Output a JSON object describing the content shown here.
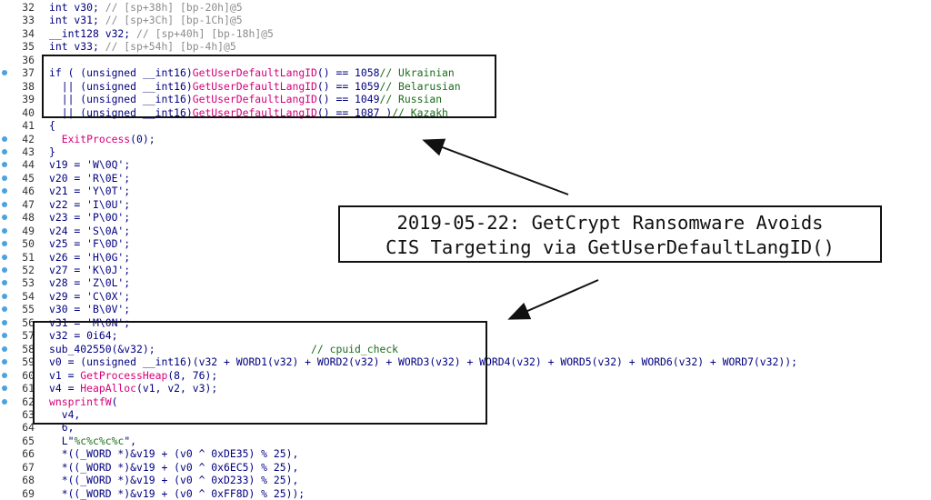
{
  "lines": [
    {
      "n": "32",
      "dot": false,
      "tokens": [
        {
          "t": "int v30; ",
          "c": "tok-kw"
        },
        {
          "t": "// [sp+38h] [bp-20h]@5",
          "c": "tok-cmt"
        }
      ]
    },
    {
      "n": "33",
      "dot": false,
      "tokens": [
        {
          "t": "int v31; ",
          "c": "tok-kw"
        },
        {
          "t": "// [sp+3Ch] [bp-1Ch]@5",
          "c": "tok-cmt"
        }
      ]
    },
    {
      "n": "34",
      "dot": false,
      "tokens": [
        {
          "t": "__int128 v32; ",
          "c": "tok-kw"
        },
        {
          "t": "// [sp+40h] [bp-18h]@5",
          "c": "tok-cmt"
        }
      ]
    },
    {
      "n": "35",
      "dot": false,
      "tokens": [
        {
          "t": "int v33; ",
          "c": "tok-kw"
        },
        {
          "t": "// [sp+54h] [bp-4h]@5",
          "c": "tok-cmt"
        }
      ]
    },
    {
      "n": "36",
      "dot": false,
      "tokens": []
    },
    {
      "n": "37",
      "dot": true,
      "tokens": [
        {
          "t": "if ( (unsigned __int16)",
          "c": "tok-kw"
        },
        {
          "t": "GetUserDefaultLangID",
          "c": "tok-fn"
        },
        {
          "t": "() == 1058",
          "c": "tok-kw"
        },
        {
          "t": "// Ukrainian",
          "c": "tok-cmtg"
        }
      ]
    },
    {
      "n": "38",
      "dot": false,
      "tokens": [
        {
          "t": "  || (unsigned __int16)",
          "c": "tok-kw"
        },
        {
          "t": "GetUserDefaultLangID",
          "c": "tok-fn"
        },
        {
          "t": "() == 1059",
          "c": "tok-kw"
        },
        {
          "t": "// Belarusian",
          "c": "tok-cmtg"
        }
      ]
    },
    {
      "n": "39",
      "dot": false,
      "tokens": [
        {
          "t": "  || (unsigned __int16)",
          "c": "tok-kw"
        },
        {
          "t": "GetUserDefaultLangID",
          "c": "tok-fn"
        },
        {
          "t": "() == 1049",
          "c": "tok-kw"
        },
        {
          "t": "// Russian",
          "c": "tok-cmtg"
        }
      ]
    },
    {
      "n": "40",
      "dot": false,
      "tokens": [
        {
          "t": "  || (unsigned __int16)",
          "c": "tok-kw"
        },
        {
          "t": "GetUserDefaultLangID",
          "c": "tok-fn"
        },
        {
          "t": "() == 1087 )",
          "c": "tok-kw"
        },
        {
          "t": "// Kazakh",
          "c": "tok-cmtg"
        }
      ]
    },
    {
      "n": "41",
      "dot": false,
      "tokens": [
        {
          "t": "{",
          "c": "tok-kw"
        }
      ]
    },
    {
      "n": "42",
      "dot": true,
      "tokens": [
        {
          "t": "  ",
          "c": "tok-plain"
        },
        {
          "t": "ExitProcess",
          "c": "tok-fn"
        },
        {
          "t": "(0);",
          "c": "tok-kw"
        }
      ]
    },
    {
      "n": "43",
      "dot": true,
      "tokens": [
        {
          "t": "}",
          "c": "tok-kw"
        }
      ]
    },
    {
      "n": "44",
      "dot": true,
      "tokens": [
        {
          "t": "v19 = ",
          "c": "tok-id"
        },
        {
          "t": "'W\\0Q'",
          "c": "tok-id"
        },
        {
          "t": ";",
          "c": "tok-id"
        }
      ]
    },
    {
      "n": "45",
      "dot": true,
      "tokens": [
        {
          "t": "v20 = 'R\\0E';",
          "c": "tok-id"
        }
      ]
    },
    {
      "n": "46",
      "dot": true,
      "tokens": [
        {
          "t": "v21 = 'Y\\0T';",
          "c": "tok-id"
        }
      ]
    },
    {
      "n": "47",
      "dot": true,
      "tokens": [
        {
          "t": "v22 = 'I\\0U';",
          "c": "tok-id"
        }
      ]
    },
    {
      "n": "48",
      "dot": true,
      "tokens": [
        {
          "t": "v23 = 'P\\0O';",
          "c": "tok-id"
        }
      ]
    },
    {
      "n": "49",
      "dot": true,
      "tokens": [
        {
          "t": "v24 = 'S\\0A';",
          "c": "tok-id"
        }
      ]
    },
    {
      "n": "50",
      "dot": true,
      "tokens": [
        {
          "t": "v25 = 'F\\0D';",
          "c": "tok-id"
        }
      ]
    },
    {
      "n": "51",
      "dot": true,
      "tokens": [
        {
          "t": "v26 = 'H\\0G';",
          "c": "tok-id"
        }
      ]
    },
    {
      "n": "52",
      "dot": true,
      "tokens": [
        {
          "t": "v27 = 'K\\0J';",
          "c": "tok-id"
        }
      ]
    },
    {
      "n": "53",
      "dot": true,
      "tokens": [
        {
          "t": "v28 = 'Z\\0L';",
          "c": "tok-id"
        }
      ]
    },
    {
      "n": "54",
      "dot": true,
      "tokens": [
        {
          "t": "v29 = 'C\\0X';",
          "c": "tok-id"
        }
      ]
    },
    {
      "n": "55",
      "dot": true,
      "tokens": [
        {
          "t": "v30 = 'B\\0V';",
          "c": "tok-id"
        }
      ]
    },
    {
      "n": "56",
      "dot": true,
      "tokens": [
        {
          "t": "v31 = 'M\\0N';",
          "c": "tok-id"
        }
      ]
    },
    {
      "n": "57",
      "dot": true,
      "tokens": [
        {
          "t": "v32 = 0i64;",
          "c": "tok-id"
        }
      ]
    },
    {
      "n": "58",
      "dot": true,
      "tokens": [
        {
          "t": "sub_402550(&v32);                         ",
          "c": "tok-kw"
        },
        {
          "t": "// cpuid_check",
          "c": "tok-cmtg"
        }
      ]
    },
    {
      "n": "59",
      "dot": true,
      "tokens": [
        {
          "t": "v0 = (unsigned __int16)(v32 + WORD1(v32) + WORD2(v32) + WORD3(v32) + WORD4(v32) + WORD5(v32) + WORD6(v32) + WORD7(v32));",
          "c": "tok-kw"
        }
      ]
    },
    {
      "n": "60",
      "dot": true,
      "tokens": [
        {
          "t": "v1 = ",
          "c": "tok-kw"
        },
        {
          "t": "GetProcessHeap",
          "c": "tok-fn"
        },
        {
          "t": "(8, 76);",
          "c": "tok-kw"
        }
      ]
    },
    {
      "n": "61",
      "dot": true,
      "tokens": [
        {
          "t": "v4 = ",
          "c": "tok-kw"
        },
        {
          "t": "HeapAlloc",
          "c": "tok-fn"
        },
        {
          "t": "(v1, v2, v3);",
          "c": "tok-kw"
        }
      ]
    },
    {
      "n": "62",
      "dot": true,
      "tokens": [
        {
          "t": "wnsprintfW",
          "c": "tok-fn"
        },
        {
          "t": "(",
          "c": "tok-kw"
        }
      ]
    },
    {
      "n": "63",
      "dot": false,
      "tokens": [
        {
          "t": "  v4,",
          "c": "tok-kw"
        }
      ]
    },
    {
      "n": "64",
      "dot": false,
      "tokens": [
        {
          "t": "  6,",
          "c": "tok-kw"
        }
      ]
    },
    {
      "n": "65",
      "dot": false,
      "tokens": [
        {
          "t": "  L\"",
          "c": "tok-kw"
        },
        {
          "t": "%c%c%c%c",
          "c": "tok-str"
        },
        {
          "t": "\",",
          "c": "tok-kw"
        }
      ]
    },
    {
      "n": "66",
      "dot": false,
      "tokens": [
        {
          "t": "  *((_WORD *)&v19 + (v0 ^ 0xDE35) % 25),",
          "c": "tok-kw"
        }
      ]
    },
    {
      "n": "67",
      "dot": false,
      "tokens": [
        {
          "t": "  *((_WORD *)&v19 + (v0 ^ 0x6EC5) % 25),",
          "c": "tok-kw"
        }
      ]
    },
    {
      "n": "68",
      "dot": false,
      "tokens": [
        {
          "t": "  *((_WORD *)&v19 + (v0 ^ 0xD233) % 25),",
          "c": "tok-kw"
        }
      ]
    },
    {
      "n": "69",
      "dot": false,
      "tokens": [
        {
          "t": "  *((_WORD *)&v19 + (v0 ^ 0xFF8D) % 25));",
          "c": "tok-kw"
        }
      ]
    }
  ],
  "callout": {
    "line1": "2019-05-22: GetCrypt Ransomware Avoids",
    "line2": "CIS Targeting via GetUserDefaultLangID()"
  },
  "colors": {
    "keyword": "#000080",
    "function": "#d6007a",
    "comment": "#8c8c8c",
    "comment_green": "#1a6b1a",
    "breakpoint_dot": "#4aa3df"
  }
}
